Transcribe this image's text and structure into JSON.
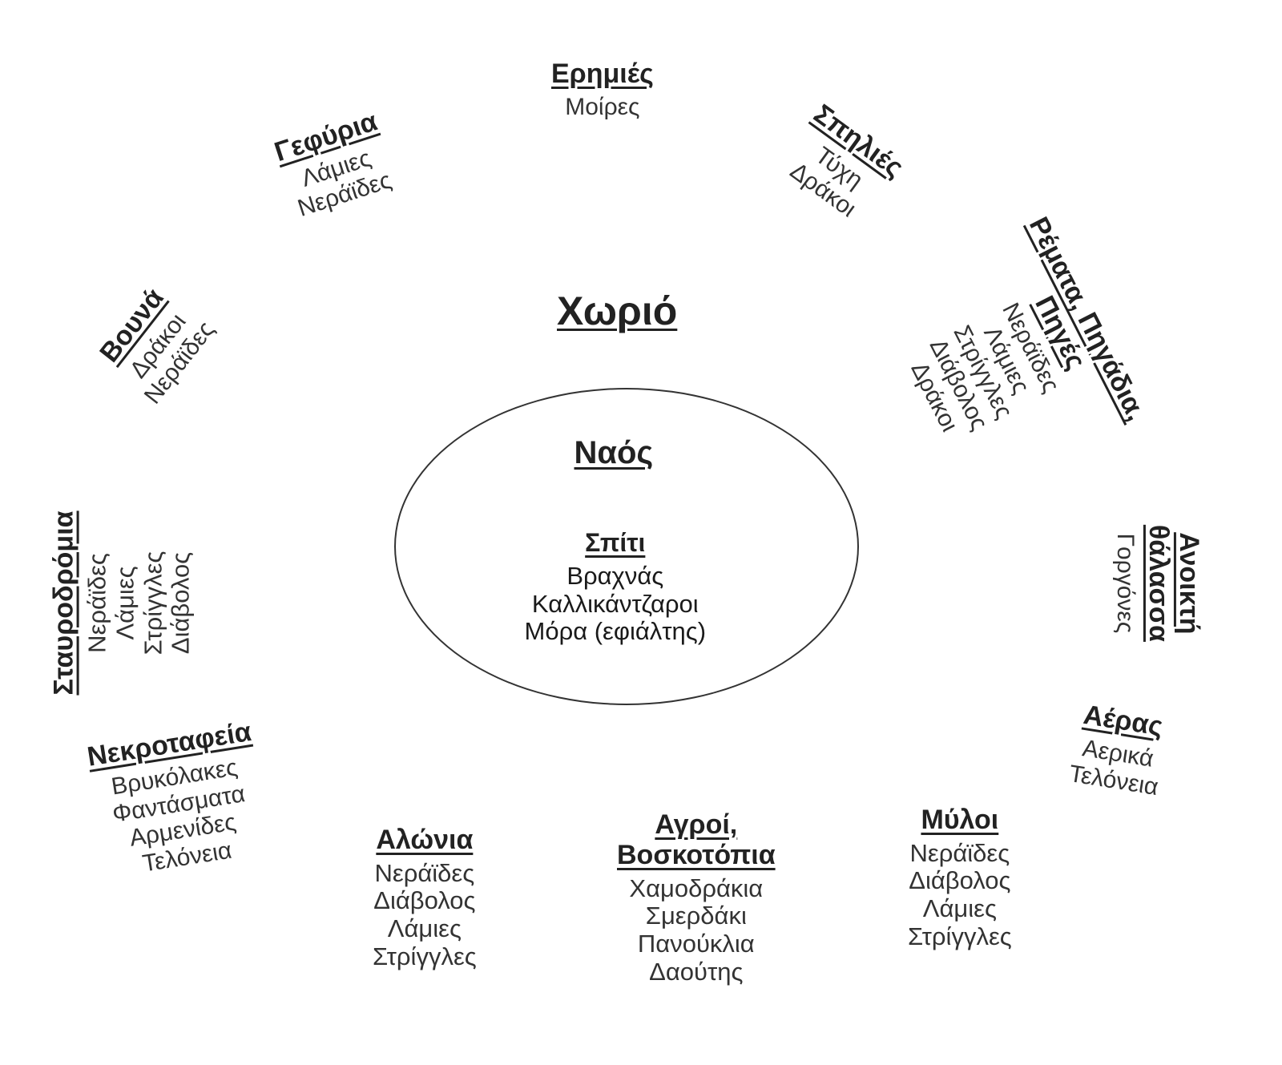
{
  "center": {
    "title": "Χωριό"
  },
  "temple": {
    "title": "Ναός"
  },
  "house": {
    "title": "Σπίτι",
    "items": [
      "Βραχνάς",
      "Καλλικάντζαροι",
      "Μόρα (εφιάλτης)"
    ]
  },
  "places": [
    {
      "id": "erimies",
      "title": "Ερημιές",
      "items": [
        "Μοίρες"
      ]
    },
    {
      "id": "spilies",
      "title": "Σπηλιές",
      "items": [
        "Τύχη",
        "Δράκοι"
      ]
    },
    {
      "id": "gefyria",
      "title": "Γεφύρια",
      "items": [
        "Λάμιες",
        "Νεράϊδες"
      ]
    },
    {
      "id": "vouna",
      "title": "Βουνά",
      "items": [
        "Δράκοι",
        "Νεράϊδες"
      ]
    },
    {
      "id": "remata",
      "title": "Ρέματα, Πηγάδια,",
      "title2": "Πηγές",
      "items": [
        "Νεράϊδες",
        "Λάμιες",
        "Στρίγγλες",
        "Διάβολος",
        "Δράκοι"
      ]
    },
    {
      "id": "stavrodromia",
      "title": "Σταυροδρόμια",
      "items": [
        "Νεράϊδες",
        "Λάμιες",
        "Στρίγγλες",
        "Διάβολος"
      ]
    },
    {
      "id": "anoikti",
      "title": "Ανοικτή",
      "title2": "θάλασσα",
      "items": [
        "Γοργόνες"
      ]
    },
    {
      "id": "aeras",
      "title": "Αέρας",
      "items": [
        "Αερικά",
        "Τελόνεια"
      ]
    },
    {
      "id": "nekrotafeia",
      "title": "Νεκροταφεία",
      "items": [
        "Βρυκόλακες",
        "Φαντάσματα",
        "Αρμενίδες",
        "Τελόνεια"
      ]
    },
    {
      "id": "alonia",
      "title": "Αλώνια",
      "items": [
        "Νεράϊδες",
        "Διάβολος",
        "Λάμιες",
        "Στρίγγλες"
      ]
    },
    {
      "id": "agroi",
      "title": "Αγροί,",
      "title2": "Βοσκοτόπια",
      "items": [
        "Χαμοδράκια",
        "Σμερδάκι",
        "Πανούκλια",
        "Δαούτης"
      ]
    },
    {
      "id": "myloi",
      "title": "Μύλοι",
      "items": [
        "Νεράϊδες",
        "Διάβολος",
        "Λάμιες",
        "Στρίγγλες"
      ]
    }
  ]
}
